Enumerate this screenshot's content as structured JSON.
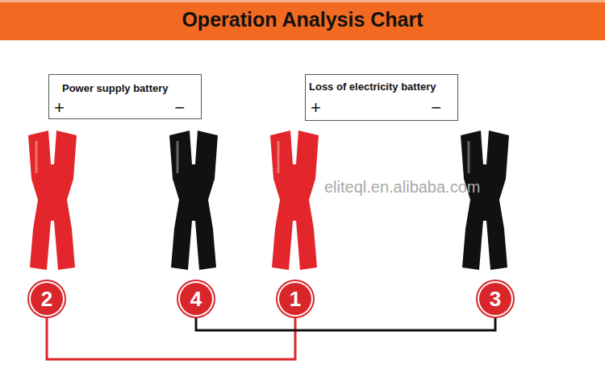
{
  "diagram": {
    "title": "Operation Analysis Chart",
    "nodes": [
      {
        "text": [
          "Power supply battery",
          "+",
          "−"
        ]
      },
      {
        "text": [
          "Loss of electricity battery",
          "+",
          "−"
        ]
      },
      {
        "text": [
          "2"
        ]
      },
      {
        "text": [
          "4"
        ]
      },
      {
        "text": [
          "1"
        ]
      },
      {
        "text": [
          "3"
        ]
      }
    ],
    "edges": [
      {
        "from": 2,
        "to": 4,
        "arrow": "none"
      },
      {
        "from": 3,
        "to": 5,
        "arrow": "none"
      }
    ],
    "labels": [
      "eliteql.en.alibaba.com"
    ]
  }
}
